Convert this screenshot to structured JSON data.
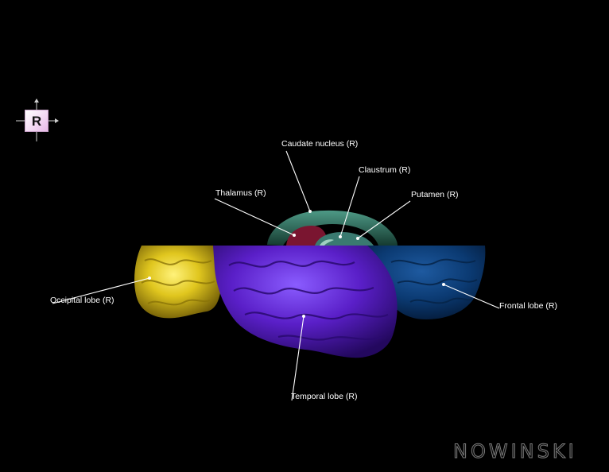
{
  "orientation": {
    "letter": "R"
  },
  "labels": {
    "caudate": "Caudate nucleus (R)",
    "claustrum": "Claustrum (R)",
    "thalamus": "Thalamus (R)",
    "putamen": "Putamen (R)",
    "occipital": "Occipital lobe (R)",
    "frontal": "Frontal lobe (R)",
    "temporal": "Temporal lobe (R)"
  },
  "colors": {
    "background": "#000000",
    "occipital": "#d9c21a",
    "temporal": "#5a1fc8",
    "frontal": "#0b3a72",
    "caudate": "#2e6a5a",
    "thalamus": "#7a1530",
    "putamen": "#3a7a70",
    "label_line": "#ffffff"
  },
  "logo": "NOWINSKI"
}
